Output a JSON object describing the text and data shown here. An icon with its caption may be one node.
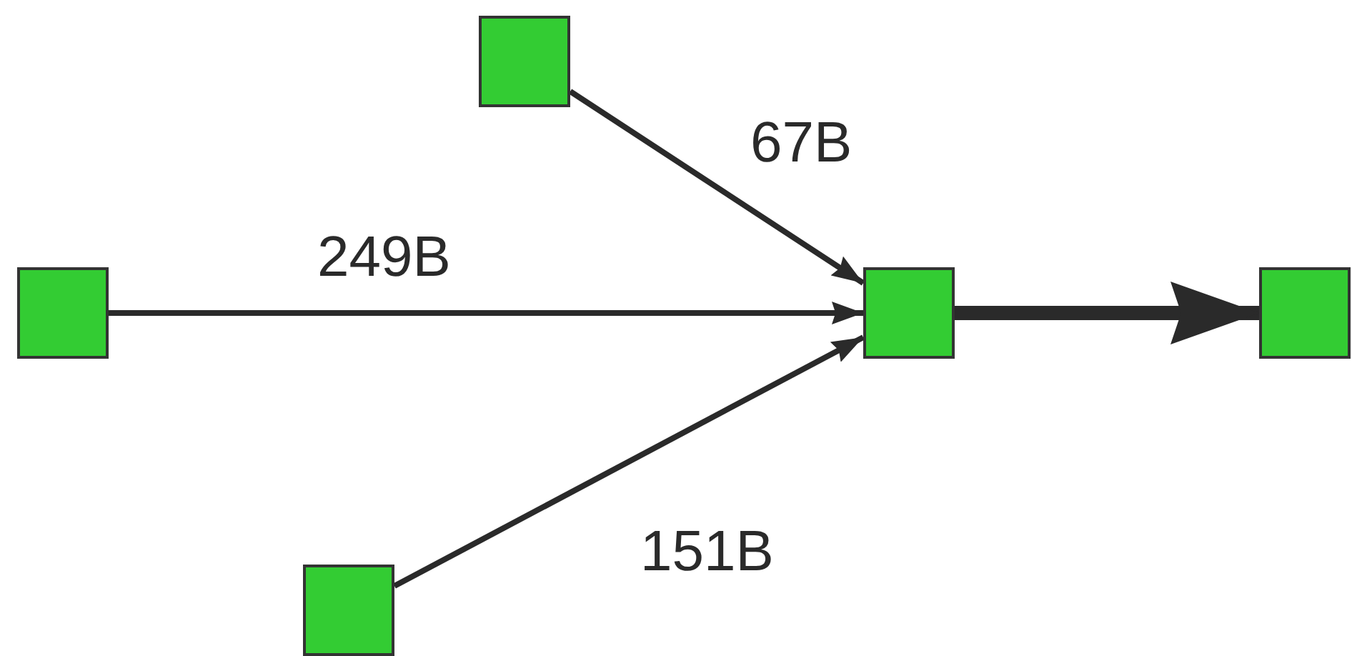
{
  "diagram": {
    "nodes": [
      {
        "text": [],
        "shape": "box"
      },
      {
        "text": [],
        "shape": "box"
      },
      {
        "text": [],
        "shape": "box"
      },
      {
        "text": [],
        "shape": "box"
      },
      {
        "text": [],
        "shape": "box"
      }
    ],
    "edges": [
      {
        "from": 2,
        "to": 3,
        "arrow": "to",
        "label": "67B"
      },
      {
        "from": 0,
        "to": 3,
        "arrow": "to",
        "label": "249B"
      },
      {
        "from": 1,
        "to": 3,
        "arrow": "to",
        "label": "151B"
      },
      {
        "from": 3,
        "to": 4,
        "arrow": "to",
        "style": "thick"
      }
    ]
  }
}
